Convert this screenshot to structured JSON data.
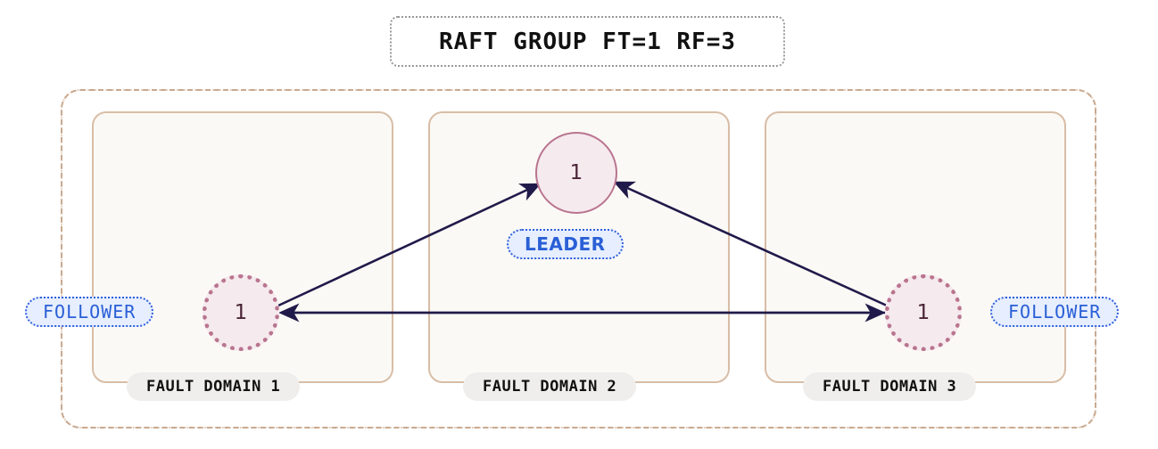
{
  "title": {
    "text": "RAFT GROUP FT=1 RF=3"
  },
  "colors": {
    "group_border": "#c9a98f",
    "fault_domain_border": "#d8bda6",
    "fault_domain_fill": "#fbf9f5",
    "node_border": "#b9748f",
    "node_fill": "#f5eaee",
    "node_text": "#4a2436",
    "edge": "#201a4a",
    "badge_text": "#2a5fd6",
    "badge_fill": "#e6eeff",
    "badge_border": "#2f5fdc",
    "fd_label_fill": "#efeeec",
    "fd_label_text": "#111111",
    "title_text": "#111111",
    "title_border": "#999999",
    "page_background": "#ffffff"
  },
  "group": {
    "label": "RAFT GROUP FT=1 RF=3",
    "fault_tolerance": 1,
    "replication_factor": 3
  },
  "fault_domains": [
    {
      "label": "FAULT DOMAIN 1"
    },
    {
      "label": "FAULT DOMAIN 2"
    },
    {
      "label": "FAULT DOMAIN 3"
    }
  ],
  "nodes": [
    {
      "id": "leader",
      "value": "1",
      "role": "LEADER",
      "fault_domain": "FAULT DOMAIN 2",
      "border_style": "solid"
    },
    {
      "id": "follower-1",
      "value": "1",
      "role": "FOLLOWER",
      "fault_domain": "FAULT DOMAIN 1",
      "border_style": "dotted"
    },
    {
      "id": "follower-3",
      "value": "1",
      "role": "FOLLOWER",
      "fault_domain": "FAULT DOMAIN 3",
      "border_style": "dotted"
    }
  ],
  "edges": [
    {
      "from": "follower-1",
      "to": "leader",
      "direction": "to"
    },
    {
      "from": "follower-3",
      "to": "leader",
      "direction": "to"
    },
    {
      "from": "follower-3",
      "to": "follower-1",
      "direction": "to"
    },
    {
      "from": "follower-1",
      "to": "follower-3",
      "direction": "to"
    }
  ]
}
